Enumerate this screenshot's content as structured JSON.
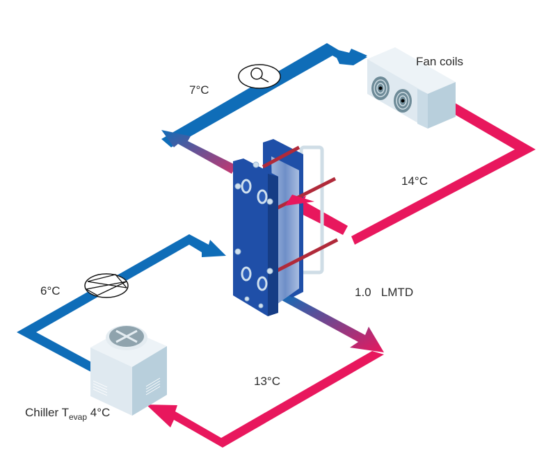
{
  "diagram": {
    "title": "Chiller / plate heat exchanger / fan coil circuit",
    "labels": {
      "fan_coils": "Fan coils",
      "supply_top_temp": "7°C",
      "return_top_temp": "14°C",
      "supply_bottom_temp": "6°C",
      "return_bottom_temp": "13°C",
      "lmtd_value": "1.0",
      "lmtd_unit": "LMTD",
      "chiller_prefix": "Chiller T",
      "chiller_sub": "evap",
      "chiller_temp": "4°C"
    },
    "components": [
      "fan-coil-unit",
      "plate-heat-exchanger",
      "chiller",
      "flow-meter",
      "valve"
    ],
    "colors": {
      "cold": "#0f6db8",
      "hot": "#e8175d",
      "exchanger": "#1f4fa8",
      "unit_light": "#dfe9f0",
      "unit_dark": "#b8cfdc"
    }
  }
}
